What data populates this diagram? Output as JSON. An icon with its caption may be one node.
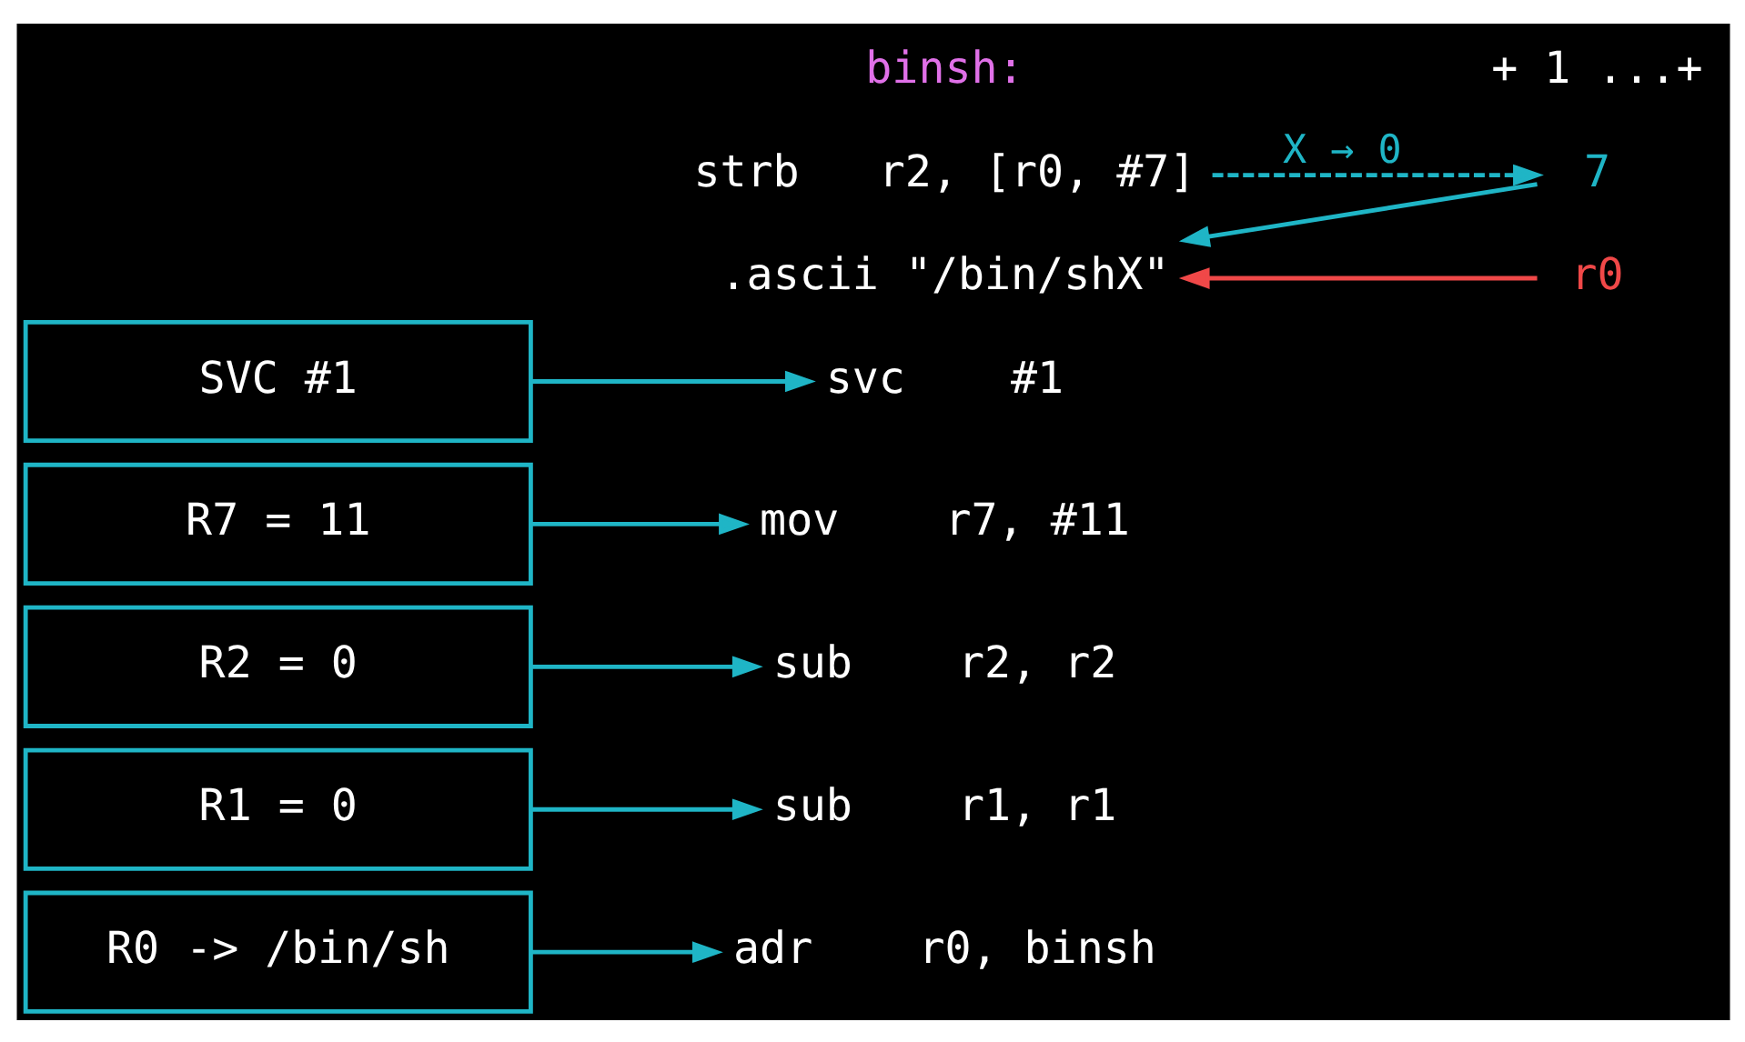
{
  "diagram": {
    "nodes": [
      {
        "text": [
          "R0 -> /bin/sh"
        ]
      },
      {
        "text": [
          "R1 = 0"
        ]
      },
      {
        "text": [
          "R2 = 0"
        ]
      },
      {
        "text": [
          "R7 = 11"
        ]
      },
      {
        "text": [
          "SVC #1"
        ]
      },
      {
        "text": [
          "adr    r0, binsh"
        ]
      },
      {
        "text": [
          "sub    r1, r1"
        ]
      },
      {
        "text": [
          "sub    r2, r2"
        ]
      },
      {
        "text": [
          "strb   r2, [r0, #7]"
        ]
      },
      {
        "text": [
          "mov    r7, #11"
        ]
      },
      {
        "text": [
          "svc    #1"
        ]
      },
      {
        "text": [
          "binsh:"
        ]
      },
      {
        "text": [
          ".ascii \"/bin/shX\""
        ]
      },
      {
        "text": [
          "r0"
        ]
      },
      {
        "text": [
          "7"
        ]
      }
    ],
    "edges": [
      {
        "from": 0,
        "to": 5,
        "arrow": "to"
      },
      {
        "from": 1,
        "to": 6,
        "arrow": "to"
      },
      {
        "from": 2,
        "to": 7,
        "arrow": "to"
      },
      {
        "from": 3,
        "to": 9,
        "arrow": "to"
      },
      {
        "from": 4,
        "to": 10,
        "arrow": "to"
      },
      {
        "from": 8,
        "to": 14,
        "arrow": "to",
        "label": "X → 0",
        "style": "dashed"
      },
      {
        "from": 13,
        "to": 12,
        "arrow": "to",
        "color": "#f04848"
      },
      {
        "from": 14,
        "to": 12,
        "arrow": "to"
      }
    ],
    "labels": [
      "+ 1 ...+"
    ]
  }
}
